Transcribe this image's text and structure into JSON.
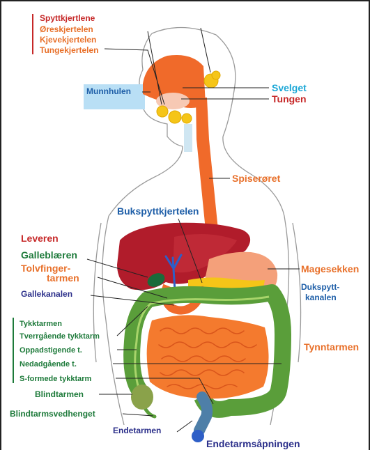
{
  "colors": {
    "red_label": "#c62828",
    "orange_label": "#e8702a",
    "cyan_label": "#1ba7d6",
    "blue_label": "#1f5fa8",
    "navy_label": "#2b2f8a",
    "green_label": "#1d7a3a",
    "liver": "#b11c2b",
    "esophagus": "#f06a2a",
    "small_intestine": "#f47a2e",
    "large_intestine": "#5a9e3a",
    "gland": "#f5c518",
    "gallbladder": "#1a6b3a",
    "stomach": "#f4a07a",
    "bile_duct": "#2e5fc7"
  },
  "labels": {
    "spyttkjertlene": "Spyttkjertlene",
    "oreskjertelen": "Øreskjertelen",
    "kjevekjertelen": "Kjevekjertelen",
    "tungekjertelen": "Tungekjertelen",
    "munnhulen": "Munnhulen",
    "svelget": "Svelget",
    "tungen": "Tungen",
    "spiseroret": "Spiserøret",
    "bukspyttkjertelen": "Bukspyttkjertelen",
    "leveren": "Leveren",
    "galleblaeren": "Galleblæren",
    "tolvfingertarmen_1": "Tolvfinger-",
    "tolvfingertarmen_2": "tarmen",
    "gallekanalen": "Gallekanalen",
    "magesekken": "Magesekken",
    "dukspytt_1": "Dukspytt-",
    "dukspytt_2": "kanalen",
    "tykktarmen": "Tykktarmen",
    "tverrgaende": "Tverrgående tykktarm",
    "oppadstigende": "Oppadstigende t.",
    "nedadgaende": "Nedadgående t.",
    "s_formede": "S-formede tykktarm",
    "tynntarmen": "Tynntarmen",
    "blindtarmen": "Blindtarmen",
    "blindtarmsvedhenget": "Blindtarmsvedhenget",
    "endetarmen": "Endetarmen",
    "endetarmsapningen": "Endetarmsåpningen"
  }
}
